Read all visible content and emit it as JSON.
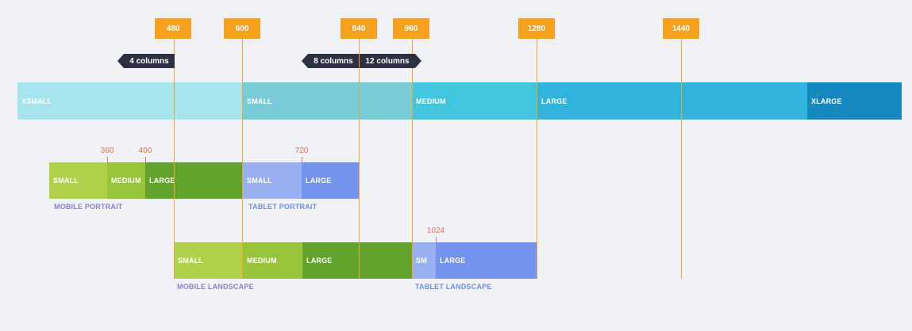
{
  "breakpoints": [
    {
      "value": 480,
      "label": "480"
    },
    {
      "value": 600,
      "label": "600"
    },
    {
      "value": 840,
      "label": "840"
    },
    {
      "value": 960,
      "label": "960"
    },
    {
      "value": 1280,
      "label": "1280"
    },
    {
      "value": 1440,
      "label": "1440"
    }
  ],
  "column_tags": {
    "four": "4 columns",
    "eight": "8 columns",
    "twelve": "12 columns"
  },
  "window_sizes": [
    {
      "label": "XSMALL",
      "from": 0,
      "to": 600,
      "color": "#a6e5ed"
    },
    {
      "label": "SMALL",
      "from": 600,
      "to": 960,
      "color": "#77ccd8"
    },
    {
      "label": "MEDIUM",
      "from": 960,
      "to": 1280,
      "color": "#42c6df"
    },
    {
      "label": "LARGE",
      "from": 1280,
      "to": 1920,
      "color": "#30b4dc"
    },
    {
      "label": "XLARGE",
      "from": 1920,
      "to": 2160,
      "color": "#1788bf"
    }
  ],
  "groups": {
    "mobile_portrait": {
      "label": "MOBILE PORTRAIT",
      "label_color": "#8b7fcf",
      "segments": [
        {
          "label": "SMALL",
          "from": 0,
          "to": 360,
          "color": "#aed24c"
        },
        {
          "label": "MEDIUM",
          "from": 360,
          "to": 400,
          "color": "#97c43a"
        },
        {
          "label": "LARGE",
          "from": 400,
          "to": 600,
          "color": "#62a32e"
        }
      ],
      "markers": [
        {
          "value": 360,
          "label": "360"
        },
        {
          "value": 400,
          "label": "400"
        }
      ]
    },
    "tablet_portrait": {
      "label": "TABLET PORTRAIT",
      "label_color": "#6f8ef0",
      "segments": [
        {
          "label": "SMALL",
          "from": 600,
          "to": 720,
          "color": "#98b0f2"
        },
        {
          "label": "LARGE",
          "from": 720,
          "to": 840,
          "color": "#7493ee"
        }
      ],
      "markers": [
        {
          "value": 720,
          "label": "720"
        }
      ]
    },
    "mobile_landscape": {
      "label": "MOBILE LANDSCAPE",
      "label_color": "#8b7fcf",
      "segments": [
        {
          "label": "SMALL",
          "from": 480,
          "to": 600,
          "color": "#aed24c"
        },
        {
          "label": "MEDIUM",
          "from": 600,
          "to": 720,
          "color": "#97c43a"
        },
        {
          "label": "LARGE",
          "from": 720,
          "to": 960,
          "color": "#62a32e"
        }
      ]
    },
    "tablet_landscape": {
      "label": "TABLET LANDSCAPE",
      "label_color": "#6f8ef0",
      "segments": [
        {
          "label": "SM",
          "from": 960,
          "to": 1024,
          "color": "#98b0f2"
        },
        {
          "label": "LARGE",
          "from": 1024,
          "to": 1280,
          "color": "#7493ee"
        }
      ],
      "markers": [
        {
          "value": 1024,
          "label": "1024"
        }
      ]
    }
  }
}
